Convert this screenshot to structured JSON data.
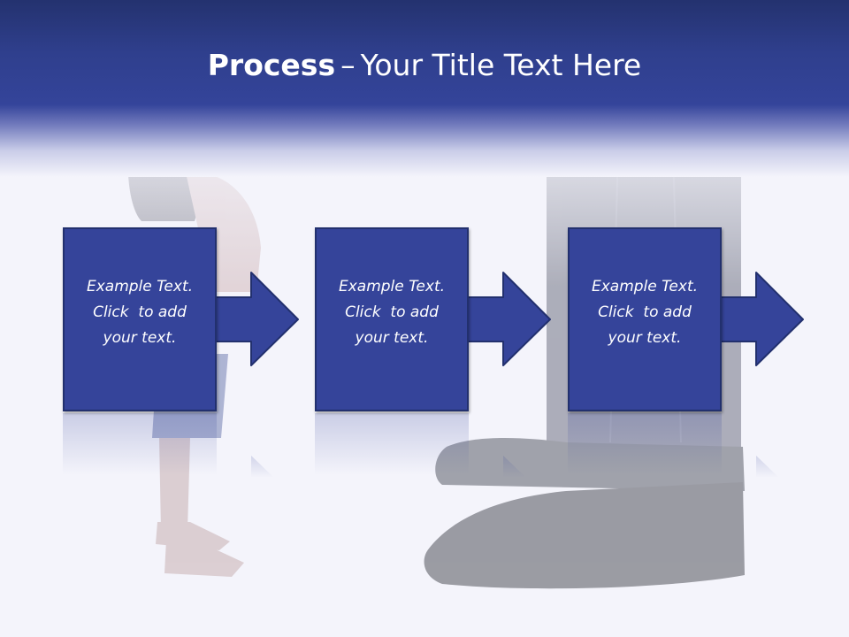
{
  "slide": {
    "title_bold": "Process",
    "title_dash": "–",
    "title_rest": "Your Title Text Here"
  },
  "steps": [
    {
      "lines": [
        "Example Text.",
        "Click  to add",
        "your text."
      ]
    },
    {
      "lines": [
        "Example Text.",
        "Click  to add",
        "your text."
      ]
    },
    {
      "lines": [
        "Example Text.",
        "Click  to add",
        "your text."
      ]
    }
  ],
  "colors": {
    "header_blue": "#2f3f8d",
    "box_fill": "#35449a",
    "box_border": "#22306e",
    "background": "#f4f4fb"
  },
  "background_image": {
    "subject": "child-and-adult-dress-shoes-photo"
  }
}
